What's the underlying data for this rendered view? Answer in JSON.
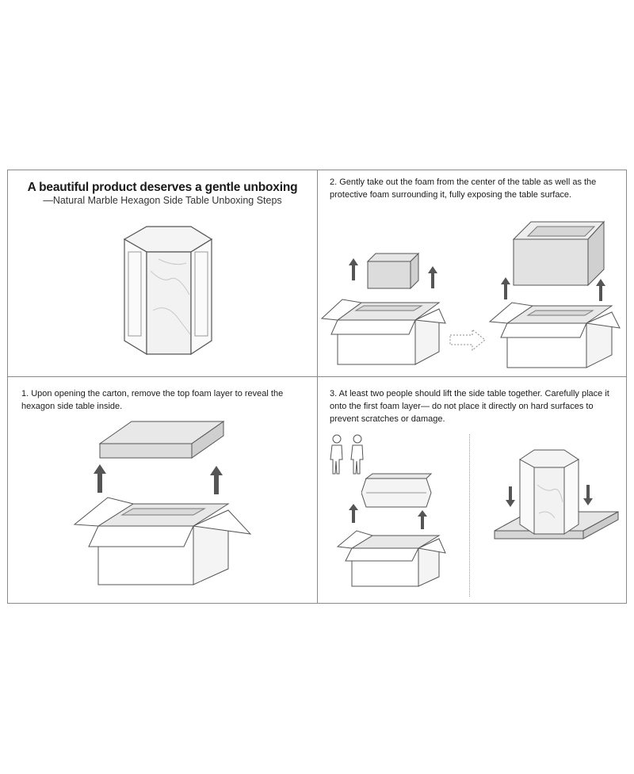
{
  "header": {
    "title": "A beautiful product deserves a gentle unboxing",
    "subtitle": "—Natural Marble Hexagon Side Table Unboxing Steps"
  },
  "steps": {
    "step1": "1. Upon opening the carton, remove the top foam layer to reveal the hexagon side table inside.",
    "step2": "2. Gently take out the foam from the center of the table as well as the protective foam surrounding it, fully exposing the table surface.",
    "step3": "3. At least two people should lift the side table together. Carefully place it onto the first foam layer— do not place it directly on hard surfaces to prevent scratches or damage."
  },
  "colors": {
    "line": "#555555",
    "foam": "#e6e6e6",
    "arrow": "#555555",
    "marble": "#f2f2f2"
  },
  "icons": [
    "hexagon-table-icon",
    "carton-box-icon",
    "foam-layer-icon",
    "up-arrow-icon",
    "down-arrow-icon",
    "next-arrow-icon",
    "person-icon"
  ]
}
